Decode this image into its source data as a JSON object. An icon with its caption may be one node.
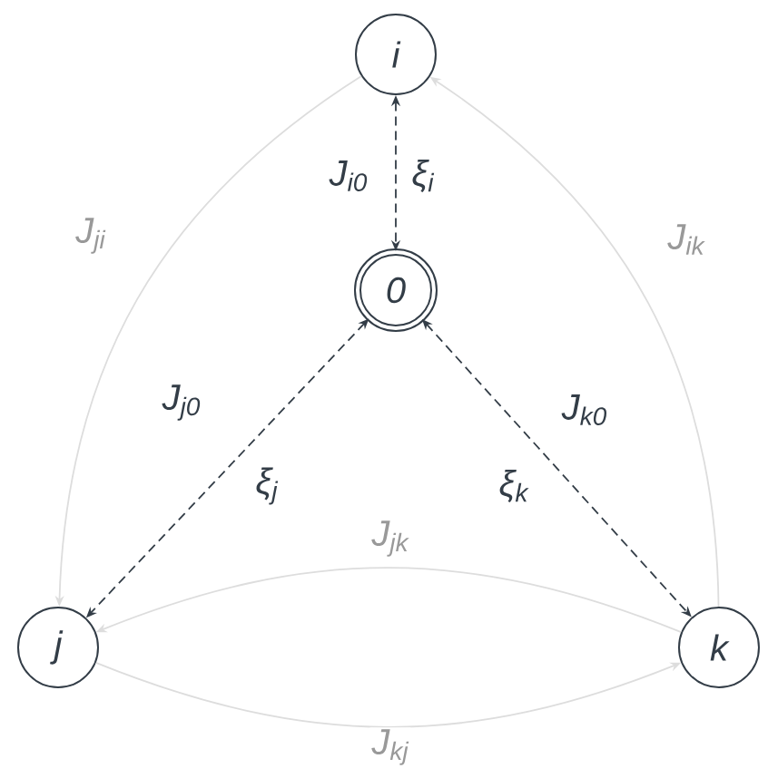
{
  "diagram": {
    "nodes": [
      {
        "text": [
          "i"
        ]
      },
      {
        "text": [
          "0"
        ]
      },
      {
        "text": [
          "j"
        ]
      },
      {
        "text": [
          "k"
        ]
      }
    ],
    "edges": [
      {
        "from": 0,
        "to": 1,
        "arrow": "both",
        "label": "J$_{i0}$",
        "style": "dashed",
        "color": "#333d47"
      },
      {
        "from": 1,
        "to": 2,
        "arrow": "both",
        "label": "J$_{j0}$",
        "style": "dashed",
        "color": "#333d47"
      },
      {
        "from": 1,
        "to": 3,
        "arrow": "both",
        "label": "J$_{k0}$",
        "style": "dashed",
        "color": "#333d47"
      },
      {
        "from": 0,
        "to": 2,
        "arrow": "to",
        "label": "J$_{ji}$"
      },
      {
        "from": 3,
        "to": 0,
        "arrow": "to",
        "label": "J$_{ik}$"
      },
      {
        "from": 3,
        "to": 2,
        "arrow": "to",
        "label": "J$_{jk}$"
      },
      {
        "from": 2,
        "to": 3,
        "arrow": "to",
        "label": "J$_{kj}$"
      }
    ],
    "labels": [
      "ξ$_{i}$",
      "ξ$_{j}$",
      "ξ$_{k}$"
    ]
  }
}
